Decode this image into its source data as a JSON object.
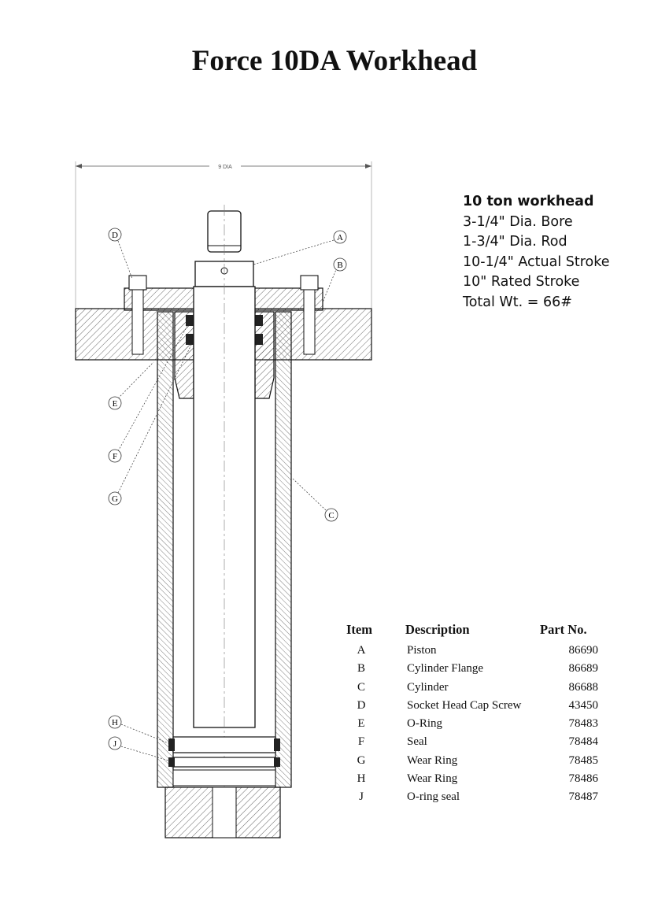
{
  "title": "Force 10DA Workhead",
  "specs": {
    "heading": "10 ton workhead",
    "lines": [
      "3-1/4\" Dia. Bore",
      "1-3/4\" Dia. Rod",
      "10-1/4\" Actual Stroke",
      "10\" Rated Stroke",
      "Total Wt. = 66#"
    ]
  },
  "drawing": {
    "dimension_label": "9 DIA",
    "callouts": [
      "A",
      "B",
      "C",
      "D",
      "E",
      "F",
      "G",
      "H",
      "J"
    ]
  },
  "parts_table": {
    "headers": {
      "item": "Item",
      "description": "Description",
      "part_no": "Part No."
    },
    "rows": [
      {
        "item": "A",
        "description": "Piston",
        "part_no": "86690"
      },
      {
        "item": "B",
        "description": "Cylinder Flange",
        "part_no": "86689"
      },
      {
        "item": "C",
        "description": "Cylinder",
        "part_no": "86688"
      },
      {
        "item": "D",
        "description": "Socket Head Cap Screw",
        "part_no": "43450"
      },
      {
        "item": "E",
        "description": "O-Ring",
        "part_no": "78483"
      },
      {
        "item": "F",
        "description": "Seal",
        "part_no": "78484"
      },
      {
        "item": "G",
        "description": "Wear Ring",
        "part_no": "78485"
      },
      {
        "item": "H",
        "description": "Wear Ring",
        "part_no": "78486"
      },
      {
        "item": "J",
        "description": "O-ring seal",
        "part_no": "78487"
      }
    ]
  }
}
